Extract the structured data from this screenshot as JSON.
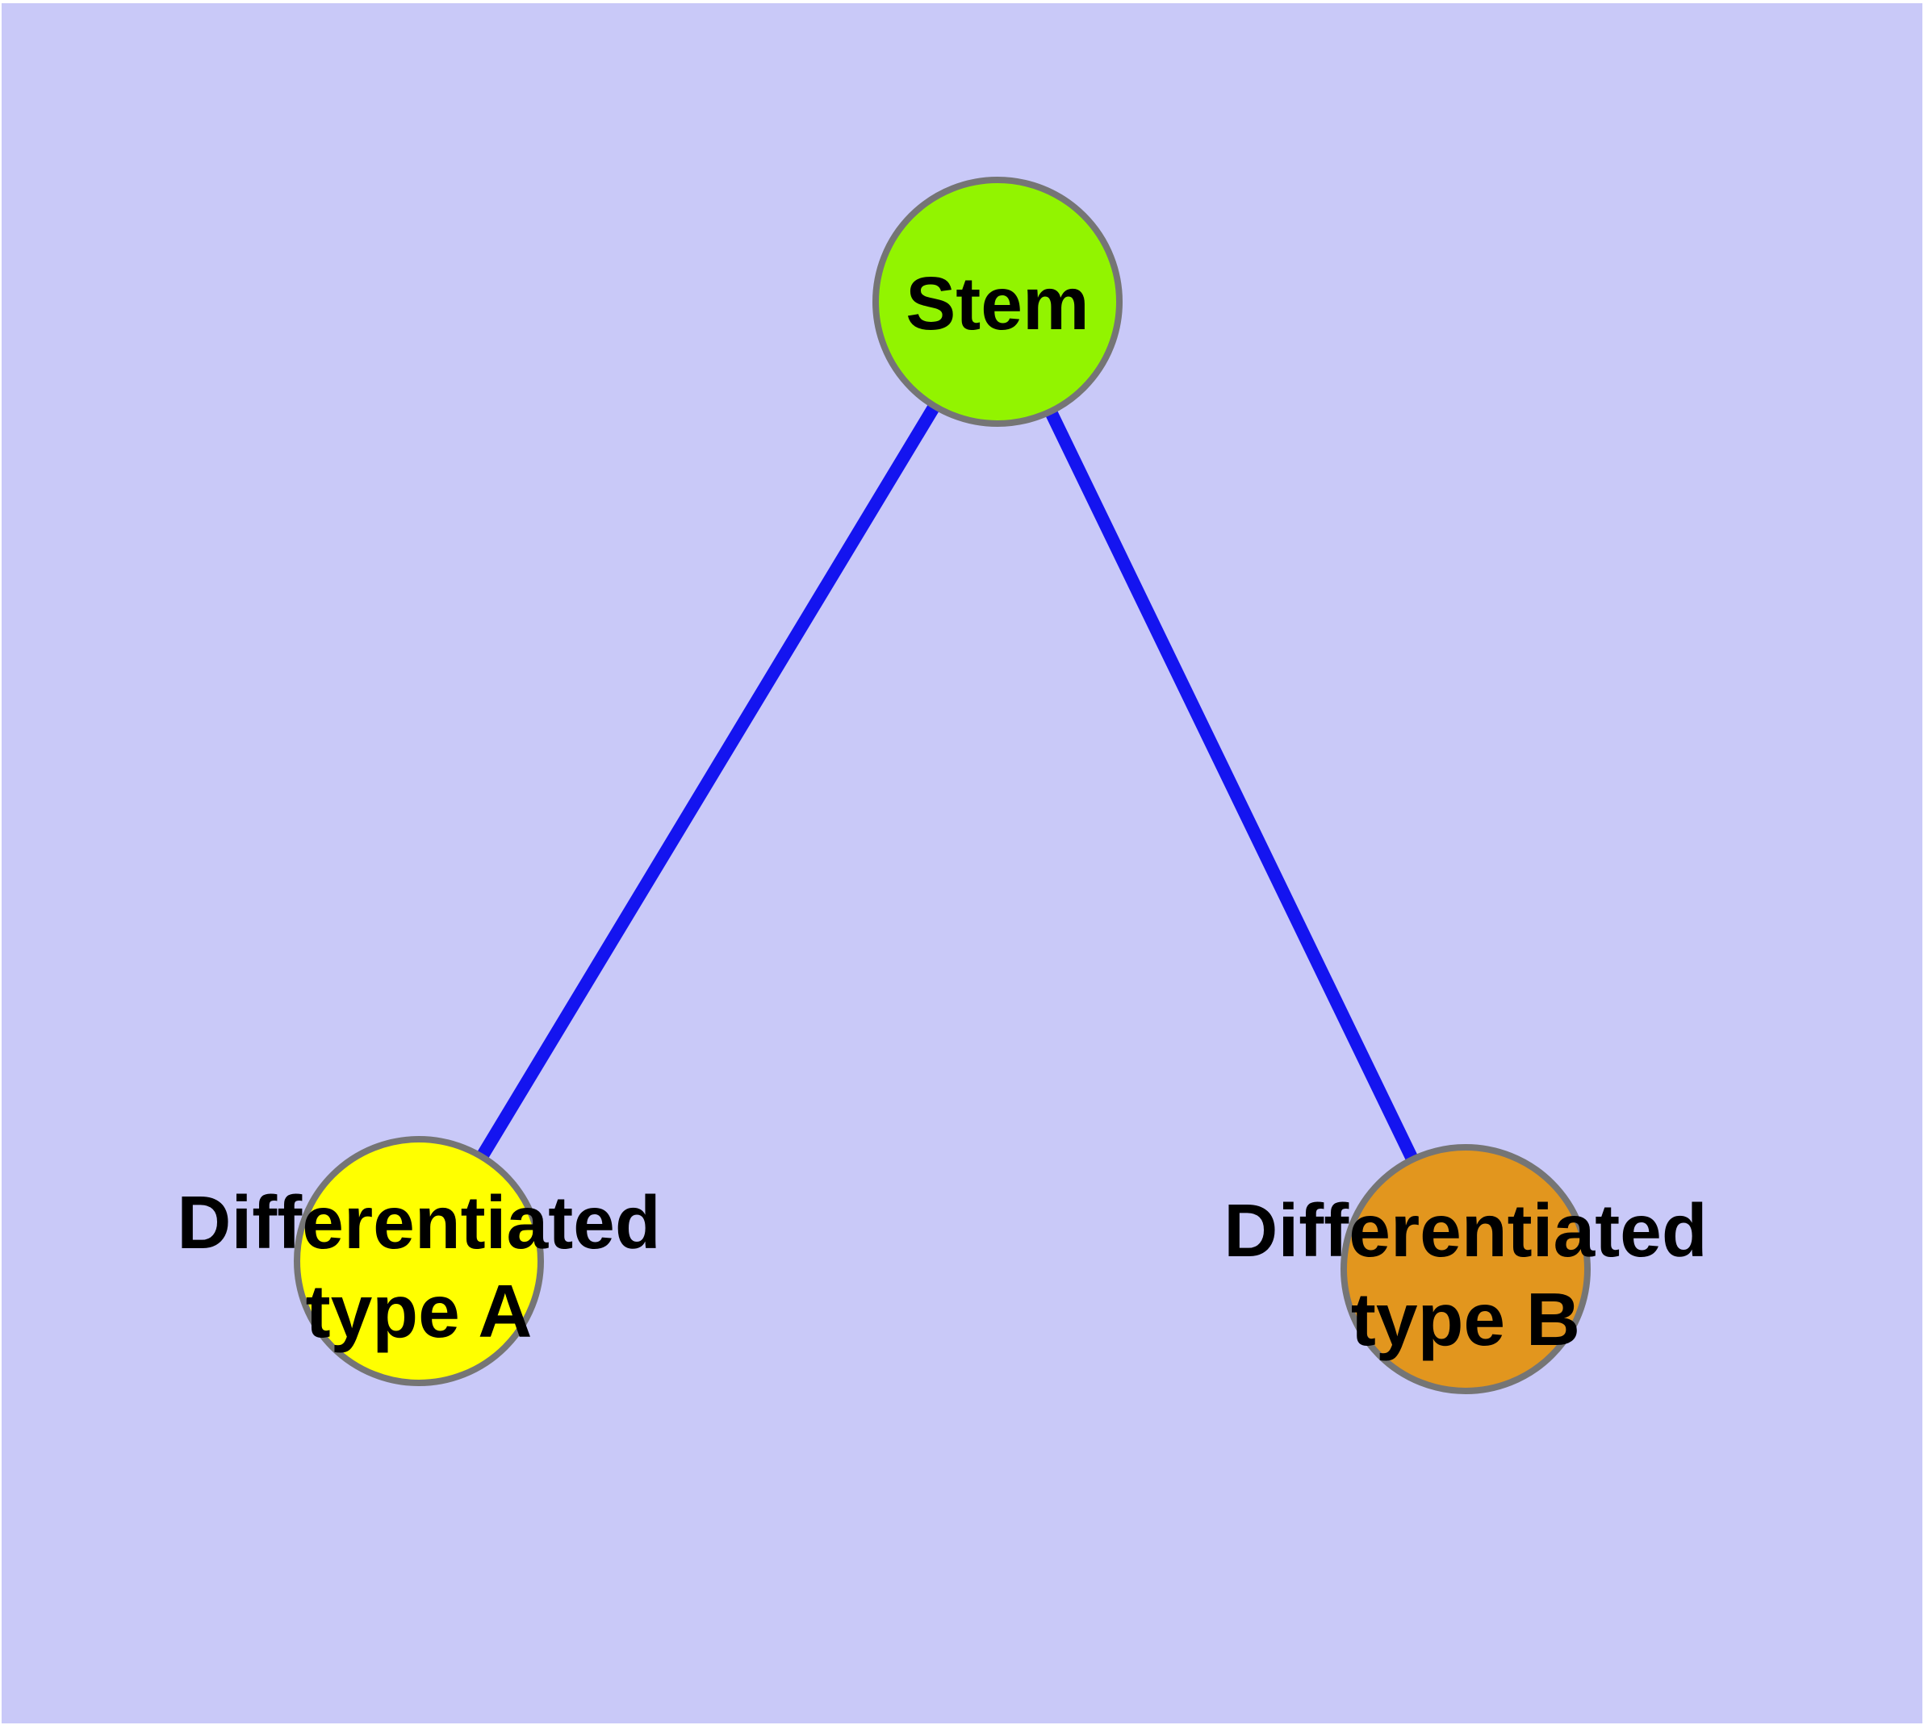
{
  "diagram": {
    "background_color": "#C9C9F8",
    "frame_color": "#FFFFFF",
    "edge_color": "#1414F0",
    "node_border_color": "#757575",
    "text_color": "#000000",
    "nodes": {
      "stem": {
        "label": "Stem",
        "color": "#92F400"
      },
      "type_a": {
        "label": "Differentiated type A",
        "label_line1": "Differentiated",
        "label_line2": "type A",
        "color": "#FFFF00"
      },
      "type_b": {
        "label": "Differentiated type B",
        "label_line1": "Differentiated",
        "label_line2": "type B",
        "color": "#E2961E"
      }
    },
    "edges": [
      {
        "from": "Stem",
        "to": "Differentiated type A"
      },
      {
        "from": "Stem",
        "to": "Differentiated type B"
      }
    ]
  }
}
